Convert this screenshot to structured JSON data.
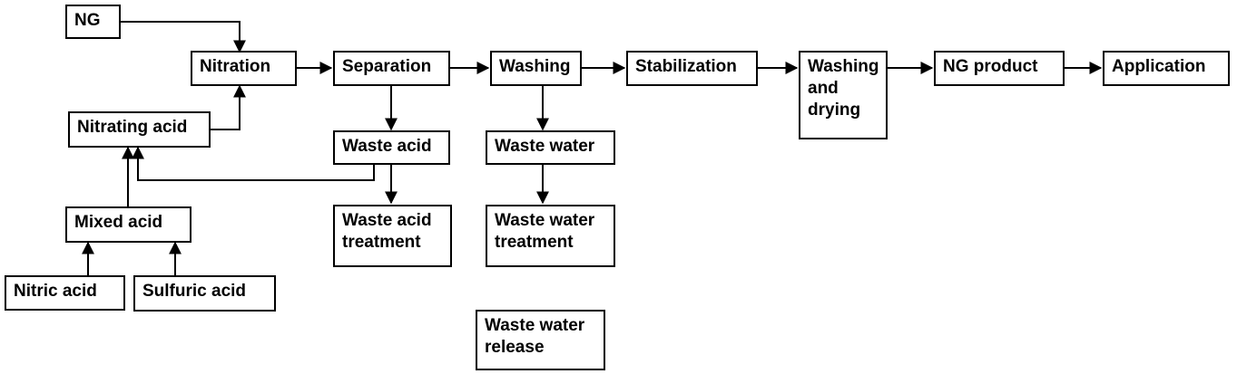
{
  "diagram": {
    "boxes": {
      "ng": "NG",
      "nitration": "Nitration",
      "separation": "Separation",
      "washing": "Washing",
      "stabilization": "Stabilization",
      "washing_drying": "Washing\nand\ndrying",
      "ng_product": "NG product",
      "application": "Application",
      "nitrating_acid": "Nitrating acid",
      "waste_acid": "Waste acid",
      "waste_water": "Waste water",
      "mixed_acid": "Mixed acid",
      "waste_acid_treatment": "Waste acid\ntreatment",
      "waste_water_treatment": "Waste water\ntreatment",
      "nitric_acid": "Nitric acid",
      "sulfuric_acid": "Sulfuric acid",
      "waste_water_release": "Waste water\nrelease"
    },
    "colors": {
      "stroke": "#000000",
      "fill": "#ffffff"
    }
  }
}
